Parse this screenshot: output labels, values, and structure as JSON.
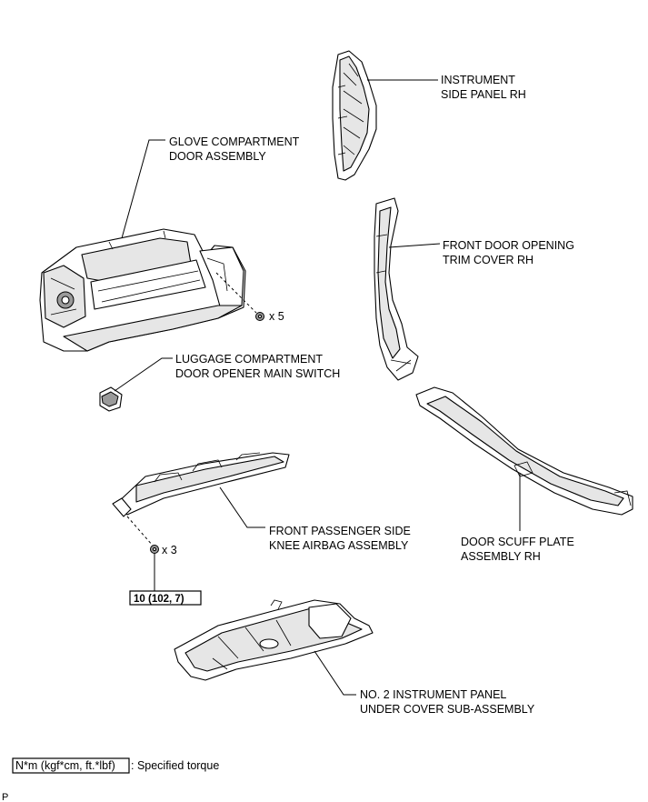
{
  "labels": {
    "instrument_side_panel": [
      "INSTRUMENT",
      "SIDE PANEL RH"
    ],
    "glove_compartment": [
      "GLOVE COMPARTMENT",
      "DOOR ASSEMBLY"
    ],
    "front_door_opening": [
      "FRONT DOOR OPENING",
      "TRIM COVER RH"
    ],
    "luggage_switch": [
      "LUGGAGE COMPARTMENT",
      "DOOR OPENER MAIN SWITCH"
    ],
    "knee_airbag": [
      "FRONT PASSENGER SIDE",
      "KNEE AIRBAG ASSEMBLY"
    ],
    "door_scuff_plate": [
      "DOOR SCUFF PLATE",
      "ASSEMBLY RH"
    ],
    "under_cover": [
      "NO. 2 INSTRUMENT PANEL",
      "UNDER COVER SUB-ASSEMBLY"
    ]
  },
  "fasteners": {
    "glove_screw_count": "x 5",
    "airbag_bolt_count": "x 3"
  },
  "torque": {
    "airbag_bolt_spec": "10 (102, 7)"
  },
  "legend": {
    "unit_box": "N*m (kgf*cm, ft.*lbf)",
    "description": ": Specified torque"
  },
  "corner_mark": "P"
}
